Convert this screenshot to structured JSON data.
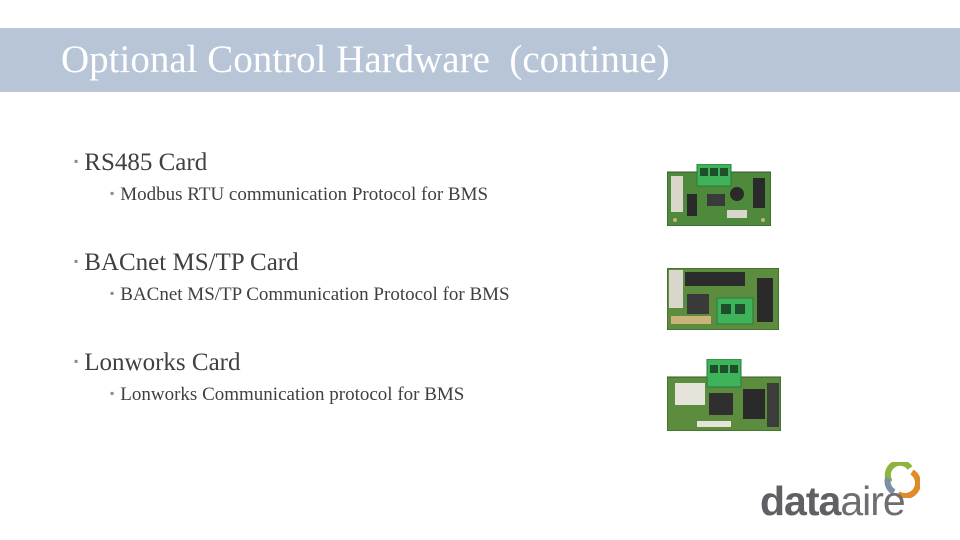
{
  "slide": {
    "title": "Optional Control Hardware  (continue)",
    "bullet_marker": "▪",
    "items": [
      {
        "heading": "RS485 Card",
        "detail": "Modbus RTU communication Protocol for BMS",
        "image_icon": "rs485-card-photo"
      },
      {
        "heading": "BACnet MS/TP Card",
        "detail": "BACnet MS/TP Communication Protocol for BMS",
        "image_icon": "bacnet-card-photo"
      },
      {
        "heading": "Lonworks Card",
        "detail": "Lonworks Communication protocol for BMS",
        "image_icon": "lonworks-card-photo"
      }
    ]
  },
  "logo": {
    "part1": "data",
    "part2": "aire",
    "icon": "dataaire-swirl-icon"
  },
  "colors": {
    "title_band": "#b7c5d7",
    "text": "#404040",
    "pcb_green": "#4f8a3c",
    "connector_green": "#3fb35a"
  }
}
